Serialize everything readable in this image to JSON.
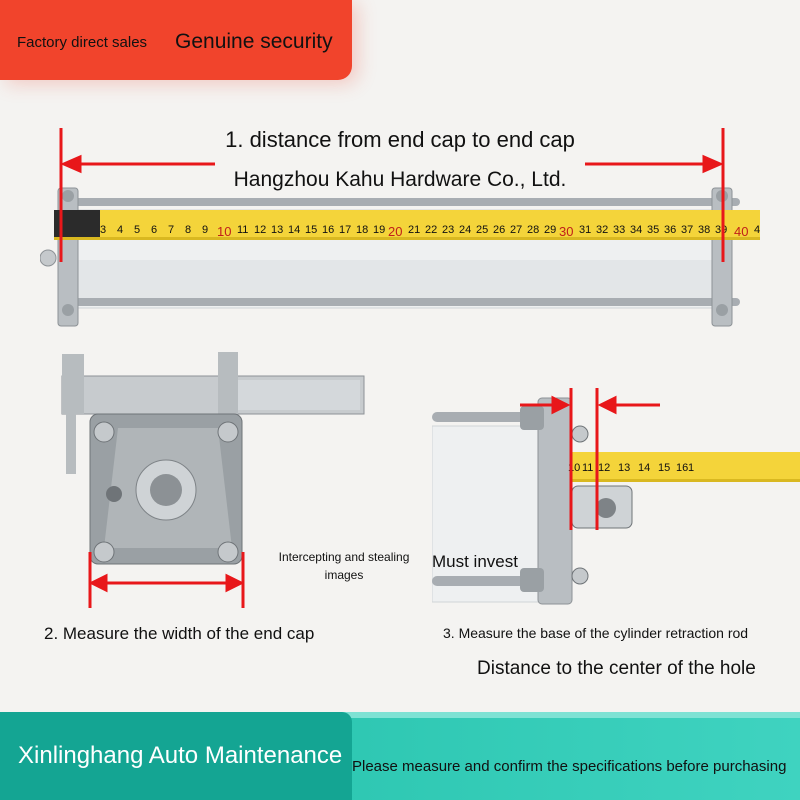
{
  "top_banner": {
    "left": "Factory direct sales",
    "right": "Genuine security"
  },
  "headline": {
    "line1": "1. distance from end cap to end cap",
    "line2": "Hangzhou Kahu Hardware Co., Ltd."
  },
  "tape_numbers": [
    "3",
    "4",
    "5",
    "6",
    "7",
    "8",
    "9",
    "10",
    "11",
    "12",
    "13",
    "14",
    "15",
    "16",
    "17",
    "18",
    "19",
    "20",
    "21",
    "22",
    "23",
    "24",
    "25",
    "26",
    "27",
    "28",
    "29",
    "30",
    "31",
    "32",
    "33",
    "34",
    "35",
    "36",
    "37",
    "38",
    "39",
    "40",
    "4"
  ],
  "tape_numbers_small": [
    "10",
    "11",
    "12",
    "13",
    "14",
    "15",
    "16",
    "1"
  ],
  "captions": {
    "width": "2. Measure the width of the end cap",
    "watermark": "Intercepting and stealing images",
    "must": "Must invest",
    "retract": "3. Measure the base of the cylinder retraction rod",
    "hole": "Distance to the center of the hole"
  },
  "footer": {
    "title": "Xinlinghang Auto Maintenance",
    "note": "Please measure and confirm the specifications before purchasing"
  },
  "colors": {
    "accent_red": "#e8171a",
    "tape_yellow": "#f4d43a",
    "banner_red": "#f1442c",
    "footer_teal": "#1bb3a0"
  }
}
